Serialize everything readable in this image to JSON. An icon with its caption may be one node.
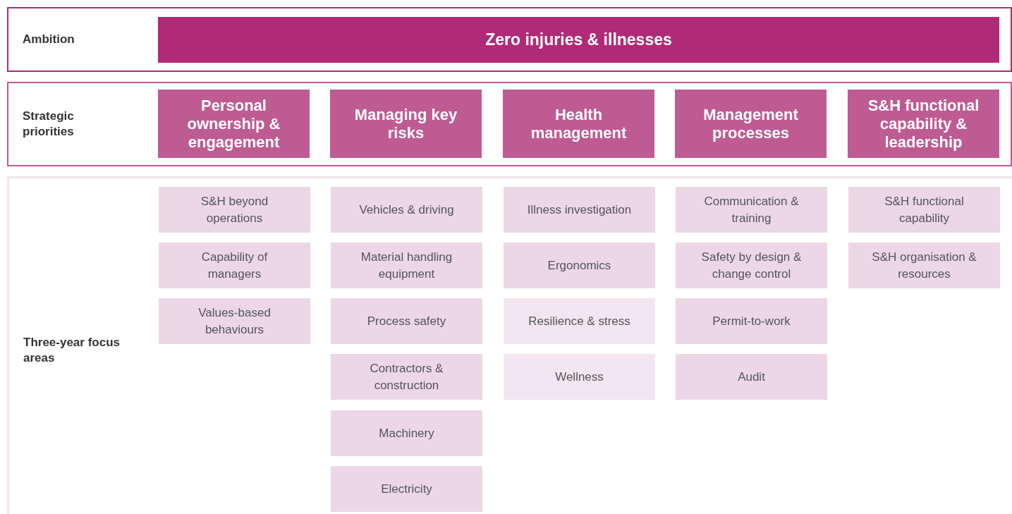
{
  "diagram": {
    "nodes": [
      {
        "text": [
          "Ambition"
        ]
      },
      {
        "text": [
          "Zero injuries & illnesses"
        ],
        "in": 0
      },
      {
        "text": [
          "Strategic priorities"
        ]
      },
      {
        "text": [
          "Personal ownership & engagement"
        ],
        "in": 2
      },
      {
        "text": [
          "Managing key risks"
        ],
        "in": 2
      },
      {
        "text": [
          "Health management"
        ],
        "in": 2
      },
      {
        "text": [
          "Management processes"
        ],
        "in": 2
      },
      {
        "text": [
          "S&H functional capability & leadership"
        ],
        "in": 2
      },
      {
        "text": [
          "Three-year focus areas"
        ]
      },
      {
        "text": [
          "S&H beyond operations"
        ],
        "in": 8
      },
      {
        "text": [
          "Capability of managers"
        ],
        "in": 8
      },
      {
        "text": [
          "Values-based behaviours"
        ],
        "in": 8
      },
      {
        "text": [
          "Vehicles & driving"
        ],
        "in": 8
      },
      {
        "text": [
          "Material handling equipment"
        ],
        "in": 8
      },
      {
        "text": [
          "Process safety"
        ],
        "in": 8
      },
      {
        "text": [
          "Contractors & construction"
        ],
        "in": 8
      },
      {
        "text": [
          "Machinery"
        ],
        "in": 8
      },
      {
        "text": [
          "Electricity"
        ],
        "in": 8
      },
      {
        "text": [
          "Illness investigation"
        ],
        "in": 8
      },
      {
        "text": [
          "Ergonomics"
        ],
        "in": 8
      },
      {
        "text": [
          "Resilience & stress"
        ],
        "in": 8
      },
      {
        "text": [
          "Wellness"
        ],
        "in": 8
      },
      {
        "text": [
          "Communication & training"
        ],
        "in": 8
      },
      {
        "text": [
          "Safety by design & change control"
        ],
        "in": 8
      },
      {
        "text": [
          "Permit-to-work"
        ],
        "in": 8
      },
      {
        "text": [
          "Audit"
        ],
        "in": 8
      },
      {
        "text": [
          "S&H functional capability"
        ],
        "in": 8
      },
      {
        "text": [
          "S&H organisation & resources"
        ],
        "in": 8
      }
    ]
  }
}
